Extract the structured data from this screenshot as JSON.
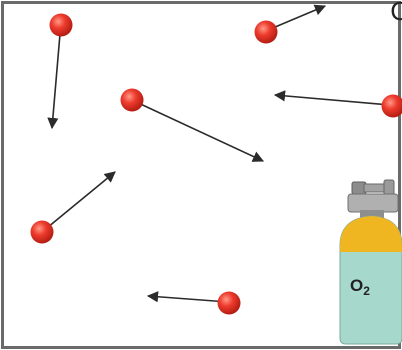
{
  "colors": {
    "background": "#ffffff",
    "border": "#6a6a6a",
    "molecule": "#e8372c",
    "arrow": "#2b2b2b",
    "cylinder_top": "#f0b622",
    "cylinder_body": "#a6d8cc",
    "valve": "#9a9a9a"
  },
  "cylinder": {
    "label_main": "O",
    "label_sub": "2"
  },
  "edge_glyph": "C"
}
